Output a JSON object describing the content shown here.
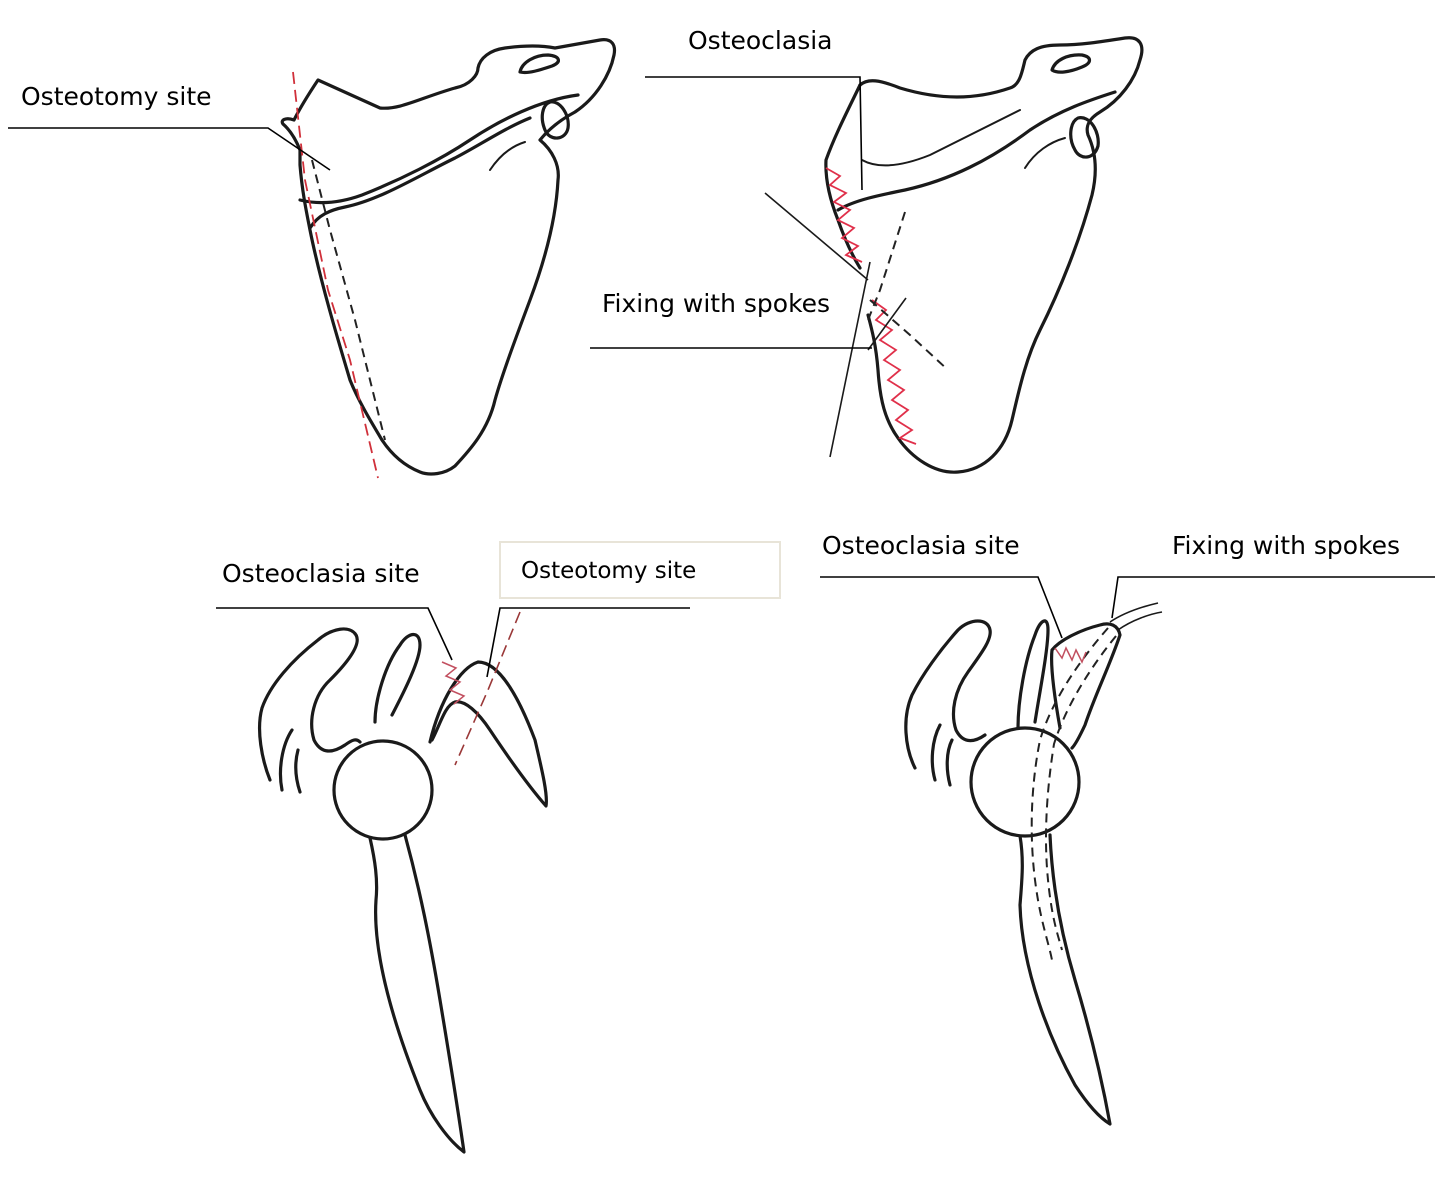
{
  "labels": {
    "panel_a_osteotomy": "Osteotomy site",
    "panel_b_osteoclasia": "Osteoclasia",
    "panel_b_fixing": "Fixing with spokes",
    "panel_c_osteoclasia": "Osteoclasia site",
    "panel_c_osteotomy": "Osteotomy site",
    "panel_d_osteoclasia": "Osteoclasia site",
    "panel_d_fixing": "Fixing with spokes"
  },
  "colors": {
    "outline": "#1a1a1a",
    "cut_line": "#d0303a",
    "osteoclasia_zigzag": "#e0304a",
    "background": "#ffffff"
  }
}
